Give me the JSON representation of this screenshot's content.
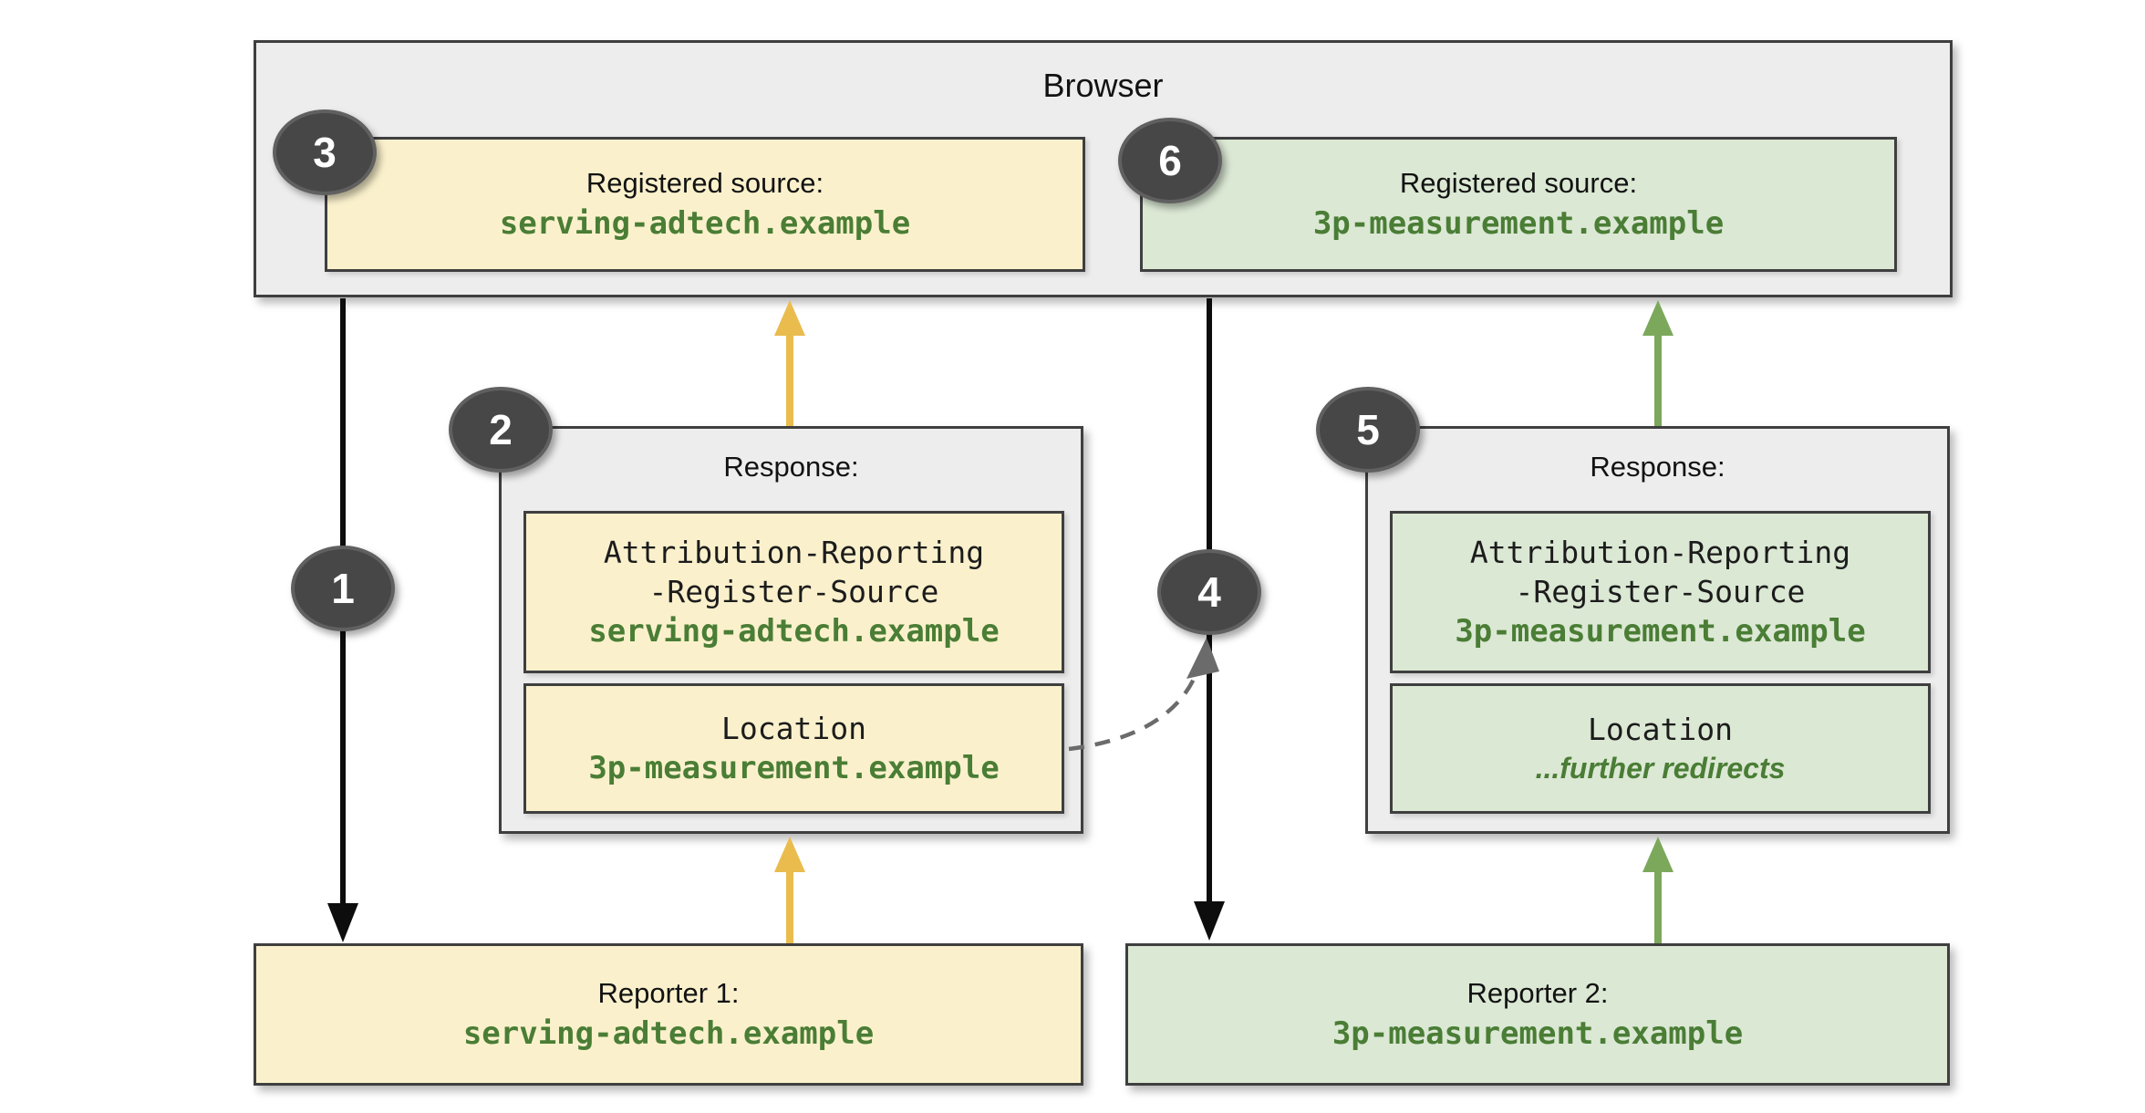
{
  "diagram": {
    "browser": {
      "label": "Browser",
      "sources": [
        {
          "badge": "3",
          "label": "Registered source:",
          "value": "serving-adtech.example"
        },
        {
          "badge": "6",
          "label": "Registered source:",
          "value": "3p-measurement.example"
        }
      ]
    },
    "responses": [
      {
        "badge": "2",
        "label": "Response:",
        "register_source_header": {
          "line1": "Attribution-Reporting",
          "line2": "-Register-Source",
          "value": "serving-adtech.example"
        },
        "location_header": {
          "line1": "Location",
          "value": "3p-measurement.example"
        }
      },
      {
        "badge": "5",
        "label": "Response:",
        "register_source_header": {
          "line1": "Attribution-Reporting",
          "line2": "-Register-Source",
          "value": "3p-measurement.example"
        },
        "location_header": {
          "line1": "Location",
          "value": "...further redirects"
        }
      }
    ],
    "reporters": [
      {
        "label": "Reporter 1:",
        "value": "serving-adtech.example"
      },
      {
        "label": "Reporter 2:",
        "value": "3p-measurement.example"
      }
    ],
    "steps": [
      "1",
      "2",
      "3",
      "4",
      "5",
      "6"
    ],
    "colors": {
      "yellow_fill": "#faf1cc",
      "green_fill": "#dbe8d4",
      "gray_fill": "#ededed",
      "border": "#3f3f3f",
      "green_text": "#4a7d35",
      "yellow_arrow": "#e9bc4d",
      "green_arrow": "#7ca85c",
      "black_arrow": "#0d0d0d",
      "dashed_arrow": "#6b6b6b",
      "badge_fill": "#474747"
    }
  }
}
